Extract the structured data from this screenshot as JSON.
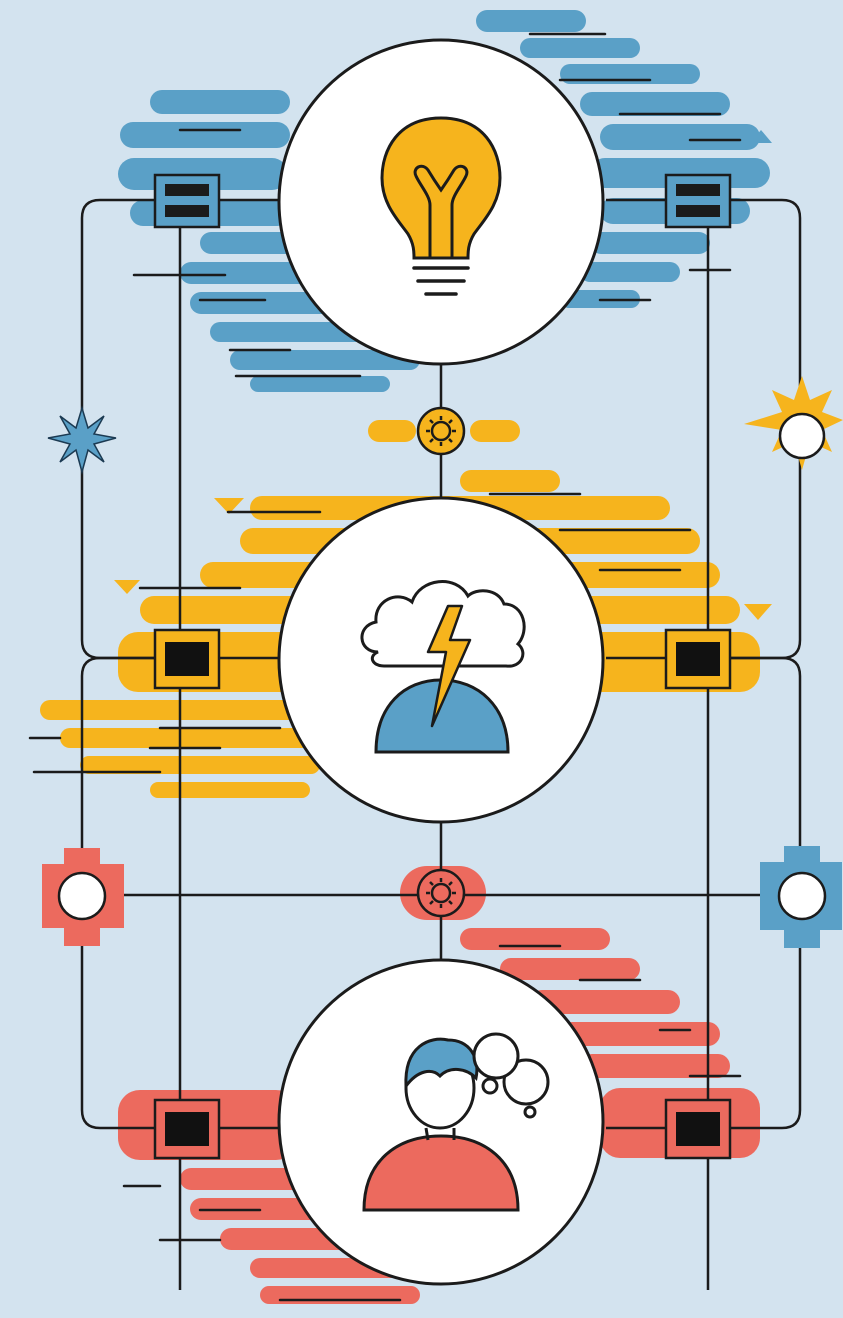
{
  "theme": {
    "background": "#d3e3ef",
    "line": "#1b1b1b",
    "white": "#ffffff",
    "blue": "#5aa0c7",
    "yellow": "#f6b41d",
    "red": "#ec6a5e",
    "dark": "#111111"
  },
  "nodes": [
    {
      "name": "idea-node",
      "icon": "lightbulb-icon",
      "accent": "yellow"
    },
    {
      "name": "brainstorm-node",
      "icon": "storm-cloud-head-icon",
      "accent": "yellow"
    },
    {
      "name": "thinking-person-node",
      "icon": "thinking-person-icon",
      "accent": "red"
    }
  ],
  "bands": [
    {
      "name": "top-band",
      "color": "blue"
    },
    {
      "name": "middle-band",
      "color": "yellow"
    },
    {
      "name": "bottom-band",
      "color": "red"
    }
  ],
  "connectors": [
    {
      "name": "gear-connector-top",
      "icon": "gear-icon",
      "color": "yellow"
    },
    {
      "name": "gear-connector-bottom",
      "icon": "gear-icon",
      "color": "red"
    }
  ],
  "side_badges": [
    {
      "name": "star-badge-left",
      "icon": "starburst-icon",
      "color": "blue"
    },
    {
      "name": "sun-badge-right",
      "icon": "sun-icon",
      "color": "yellow"
    },
    {
      "name": "node-badge-left",
      "icon": "blob-icon",
      "color": "red"
    },
    {
      "name": "node-badge-right",
      "icon": "blob-icon",
      "color": "blue"
    }
  ]
}
